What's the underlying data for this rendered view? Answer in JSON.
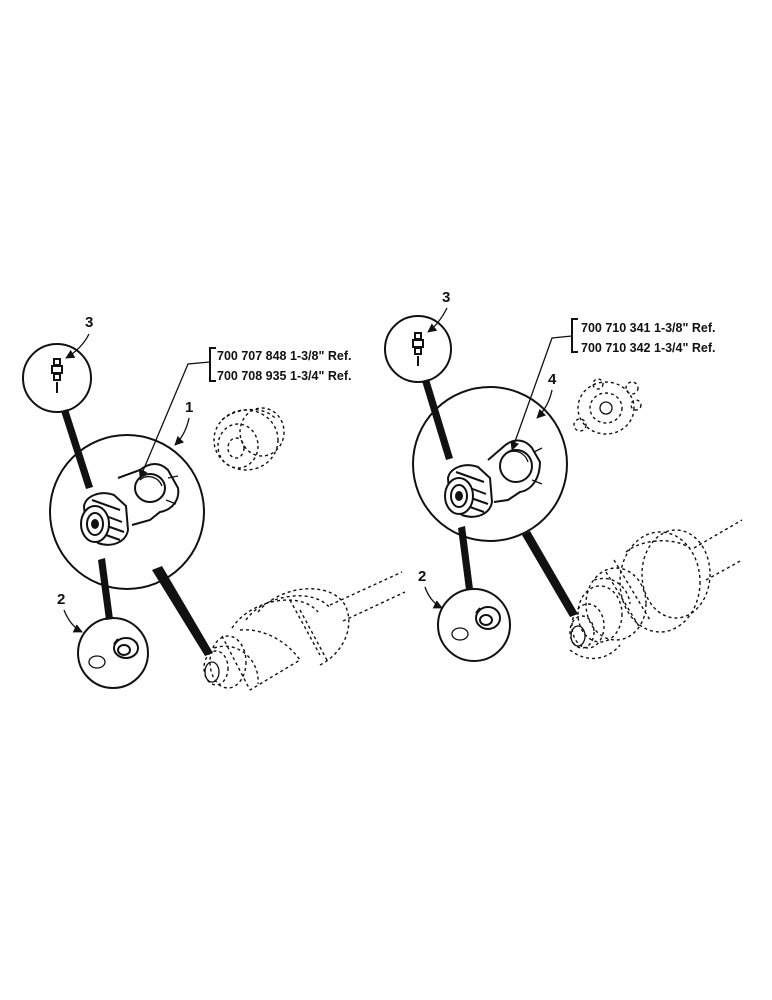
{
  "left_assembly": {
    "callouts": {
      "item1": "1",
      "item2": "2",
      "item3": "3"
    },
    "part_refs": [
      "700 707 848 1-3/8\" Ref.",
      "700 708 935 1-3/4\" Ref."
    ]
  },
  "right_assembly": {
    "callouts": {
      "item4": "4",
      "item2": "2",
      "item3": "3"
    },
    "part_refs": [
      "700 710 341 1-3/8\" Ref.",
      "700 710 342 1-3/4\" Ref."
    ]
  }
}
